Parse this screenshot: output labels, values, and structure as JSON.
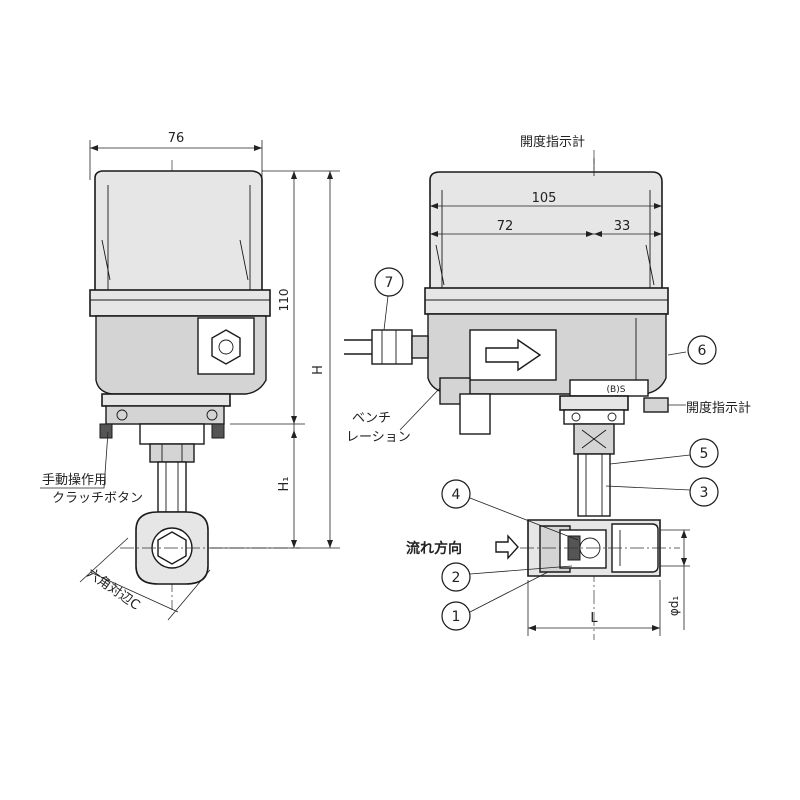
{
  "dimensions": {
    "width_76": "76",
    "width_105": "105",
    "width_72": "72",
    "width_33": "33",
    "height_110": "110",
    "height_H": "H",
    "height_H1": "H₁",
    "length_L": "L",
    "diameter_d1": "φd₁"
  },
  "labels": {
    "opening_indicator_top": "開度指示計",
    "opening_indicator_side": "開度指示計",
    "bench_line1": "ベンチ",
    "bench_line2": "レーション",
    "manual_line1": "手動操作用",
    "manual_line2": "クラッチボタン",
    "hex_width": "六角対辺C",
    "flow_direction": "流れ方向",
    "plate_marking": "(B)S"
  },
  "callouts": [
    "1",
    "2",
    "3",
    "4",
    "5",
    "6",
    "7"
  ],
  "colors": {
    "line": "#1a1a1a",
    "body_fill": "#e6e6e6",
    "shade_fill": "#d4d4d4"
  }
}
